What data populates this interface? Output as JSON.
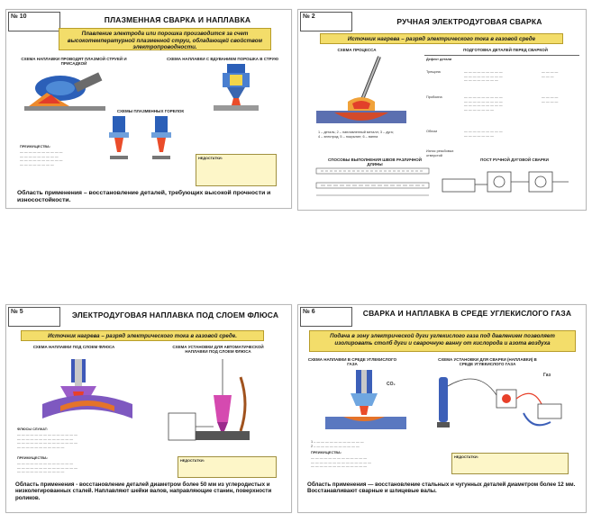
{
  "posters": {
    "p1": {
      "number": "№ 10",
      "title": "ПЛАЗМЕННАЯ СВАРКА И НАПЛАВКА",
      "banner": "Плавление электрода или порошка производится за счет высокотемпературной плазменной струи, обладающей свойством электропроводности.",
      "scheme_left": "СХЕМА НАПЛАВКИ ПРОВОДЯТ ПЛАЗМОЙ СТРУЕЙ И ПРИСАДКОЙ",
      "scheme_right": "СХЕМА НАПЛАВКИ С ВДУВАНИЕМ ПОРОШКА В СТРУЮ",
      "scheme_center": "СХЕМЫ ПЛАЗМЕННЫХ ГОРЕЛОК",
      "advantages_title": "ПРЕИМУЩЕСТВА:",
      "disadvantages_title": "НЕДОСТАТКИ:",
      "footer": "Область применения – восстановление деталей, требующих высокой прочности и износостойкости."
    },
    "p2": {
      "number": "№ 2",
      "title": "РУЧНАЯ ЭЛЕКТРОДУГОВАЯ СВАРКА",
      "banner": "Источник нагрева – разряд электрического тока в газовой среде",
      "scheme_process": "СХЕМА ПРОЦЕССА",
      "scheme_prep": "ПОДГОТОВКА ДЕТАЛЕЙ ПЕРЕД СВАРКОЙ",
      "scheme_seams": "СПОСОБЫ ВЫПОЛНЕНИЯ ШВОВ РАЗЛИЧНОЙ ДЛИНЫ",
      "scheme_post": "ПОСТ РУЧНОЙ ДУГОВОЙ СВАРКИ",
      "table_rows": [
        "Дефект детали",
        "Трещина",
        "Пробоина",
        "Облом",
        "Износ резьбовых отверстий"
      ]
    },
    "p3": {
      "number": "№ 5",
      "title": "ЭЛЕКТРОДУГОВАЯ НАПЛАВКА ПОД СЛОЕМ ФЛЮСА",
      "banner": "Источник нагрева – разряд электрического тока в газовой среде.",
      "scheme_left": "СХЕМА НАПЛАВКИ ПОД СЛОЕМ ФЛЮСА",
      "scheme_right": "СХЕМА УСТАНОВКИ ДЛЯ АВТОМАТИЧЕСКОЙ НАПЛАВКИ ПОД СЛОЕМ ФЛЮСА",
      "flux_title": "ФЛЮСЫ СЛУЖАТ:",
      "advantages_title": "ПРЕИМУЩЕСТВА:",
      "disadvantages_title": "НЕДОСТАТКИ:",
      "footer": "Область применения - восстановление деталей диаметром более 50 мм из углеродистых и низколегированных сталей. Наплавляют шейки валов, направляющие станин, поверхности роликов."
    },
    "p4": {
      "number": "№ 6",
      "title": "СВАРКА И НАПЛАВКА В СРЕДЕ УГЛЕКИСЛОГО ГАЗА",
      "banner": "Подача в зону электрической дуги углекислого газа под давлением позволяет изолировать столб дуги и сварочную ванну от кислорода и азота воздуха",
      "scheme_left": "СХЕМА НАПЛАВКИ В СРЕДЕ УГЛЕКИСЛОГО ГАЗА",
      "scheme_right": "СХЕМА УСТАНОВКИ ДЛЯ СВАРКИ (НАПЛАВКИ) В СРЕДЕ УГЛЕКИСЛОГО ГАЗА",
      "label_co2": "CO₂",
      "label_gas": "Газ",
      "advantages_title": "ПРЕИМУЩЕСТВА:",
      "disadvantages_title": "НЕДОСТАТКИ:",
      "footer": "Область применения — восстановление стальных и чугунных деталей диаметром более 12 мм. Восстанавливают сварные и шлицевые валы."
    }
  }
}
